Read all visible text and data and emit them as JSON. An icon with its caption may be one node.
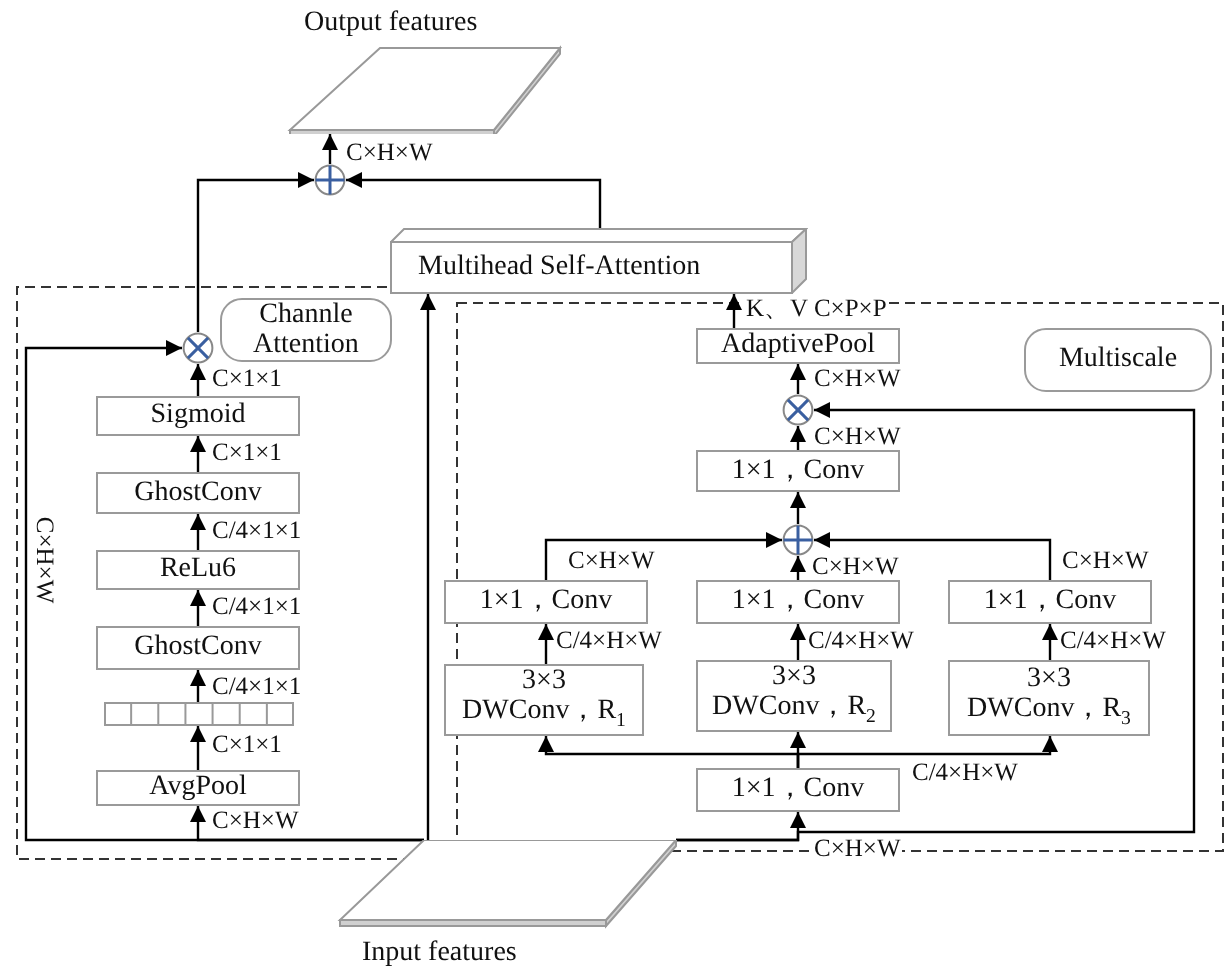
{
  "diagram": {
    "nodes": [
      {
        "text": [
          "Output features"
        ]
      },
      {
        "text": [],
        "shape": "circle"
      },
      {
        "text": [
          "Multihead Self-Attention"
        ]
      },
      {
        "text": [],
        "shape": "box"
      },
      {
        "text": [
          "Channle Attention"
        ],
        "in": 3
      },
      {
        "text": [],
        "shape": "circle",
        "in": 3
      },
      {
        "text": [
          "Sigmoid"
        ],
        "in": 3
      },
      {
        "text": [
          "GhostConv"
        ],
        "in": 3
      },
      {
        "text": [
          "ReLu6"
        ],
        "in": 3
      },
      {
        "text": [
          "GhostConv"
        ],
        "in": 3
      },
      {
        "text": [],
        "shape": "bar",
        "in": 3
      },
      {
        "text": [
          "AvgPool"
        ],
        "in": 3
      },
      {
        "text": [],
        "shape": "box"
      },
      {
        "text": [
          "AdaptivePool"
        ],
        "in": 12
      },
      {
        "text": [
          "Multiscale"
        ],
        "in": 12
      },
      {
        "text": [],
        "shape": "circle",
        "in": 12
      },
      {
        "text": [
          "1×1，Conv"
        ],
        "in": 12
      },
      {
        "text": [],
        "shape": "circle",
        "in": 12
      },
      {
        "text": [
          "1×1，Conv"
        ],
        "in": 12
      },
      {
        "text": [
          "1×1，Conv"
        ],
        "in": 12
      },
      {
        "text": [
          "1×1，Conv"
        ],
        "in": 12
      },
      {
        "text": [
          "3×3 DWConv，R$_{1}$"
        ],
        "in": 12
      },
      {
        "text": [
          "3×3 DWConv，R$_{2}$"
        ],
        "in": 12
      },
      {
        "text": [
          "3×3 DWConv，R$_{3}$"
        ],
        "in": 12
      },
      {
        "text": [
          "1×1，Conv"
        ],
        "in": 12
      },
      {
        "text": [
          "Input features"
        ]
      }
    ],
    "edges": [
      {
        "from": 25,
        "to": 11,
        "arrow": "to",
        "label": "C×H×W"
      },
      {
        "from": 11,
        "to": 10,
        "arrow": "to",
        "label": "C×1×1"
      },
      {
        "from": 10,
        "to": 9,
        "arrow": "to",
        "label": "C/4×1×1"
      },
      {
        "from": 9,
        "to": 8,
        "arrow": "to",
        "label": "C/4×1×1"
      },
      {
        "from": 8,
        "to": 7,
        "arrow": "to",
        "label": "C/4×1×1"
      },
      {
        "from": 7,
        "to": 6,
        "arrow": "to",
        "label": "C×1×1"
      },
      {
        "from": 6,
        "to": 5,
        "arrow": "to",
        "label": "C×1×1"
      },
      {
        "from": 25,
        "to": 5,
        "arrow": "to",
        "label": "C×H×W"
      },
      {
        "from": 5,
        "to": 1,
        "arrow": "to"
      },
      {
        "from": 2,
        "to": 1,
        "arrow": "to"
      },
      {
        "from": 1,
        "to": 0,
        "arrow": "to",
        "label": "C×H×W"
      },
      {
        "from": 25,
        "to": 2,
        "arrow": "to"
      },
      {
        "from": 25,
        "to": 24,
        "arrow": "to",
        "label": "C×H×W"
      },
      {
        "from": 24,
        "to": 21,
        "arrow": "to"
      },
      {
        "from": 24,
        "to": 22,
        "arrow": "to"
      },
      {
        "from": 24,
        "to": 23,
        "arrow": "to",
        "label": "C/4×H×W"
      },
      {
        "from": 21,
        "to": 18,
        "arrow": "to",
        "label": "C/4×H×W"
      },
      {
        "from": 22,
        "to": 19,
        "arrow": "to",
        "label": "C/4×H×W"
      },
      {
        "from": 23,
        "to": 20,
        "arrow": "to",
        "label": "C/4×H×W"
      },
      {
        "from": 18,
        "to": 17,
        "arrow": "to",
        "label": "C×H×W"
      },
      {
        "from": 19,
        "to": 17,
        "arrow": "to",
        "label": "C×H×W"
      },
      {
        "from": 20,
        "to": 17,
        "arrow": "to",
        "label": "C×H×W"
      },
      {
        "from": 17,
        "to": 16,
        "arrow": "to"
      },
      {
        "from": 16,
        "to": 15,
        "arrow": "to",
        "label": "C×H×W"
      },
      {
        "from": 25,
        "to": 15,
        "arrow": "to"
      },
      {
        "from": 15,
        "to": 13,
        "arrow": "to",
        "label": "C×H×W"
      },
      {
        "from": 13,
        "to": 2,
        "arrow": "to",
        "label": "K、V  C×P×P"
      }
    ]
  }
}
